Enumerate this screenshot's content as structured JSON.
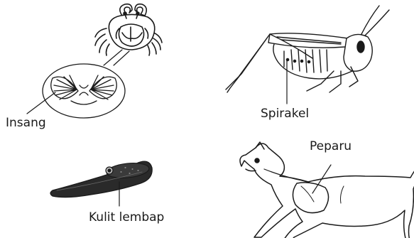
{
  "labels": {
    "crab": "Insang",
    "grasshopper": "Spirakel",
    "leech": "Kulit lembap",
    "cat": "Peparu"
  }
}
